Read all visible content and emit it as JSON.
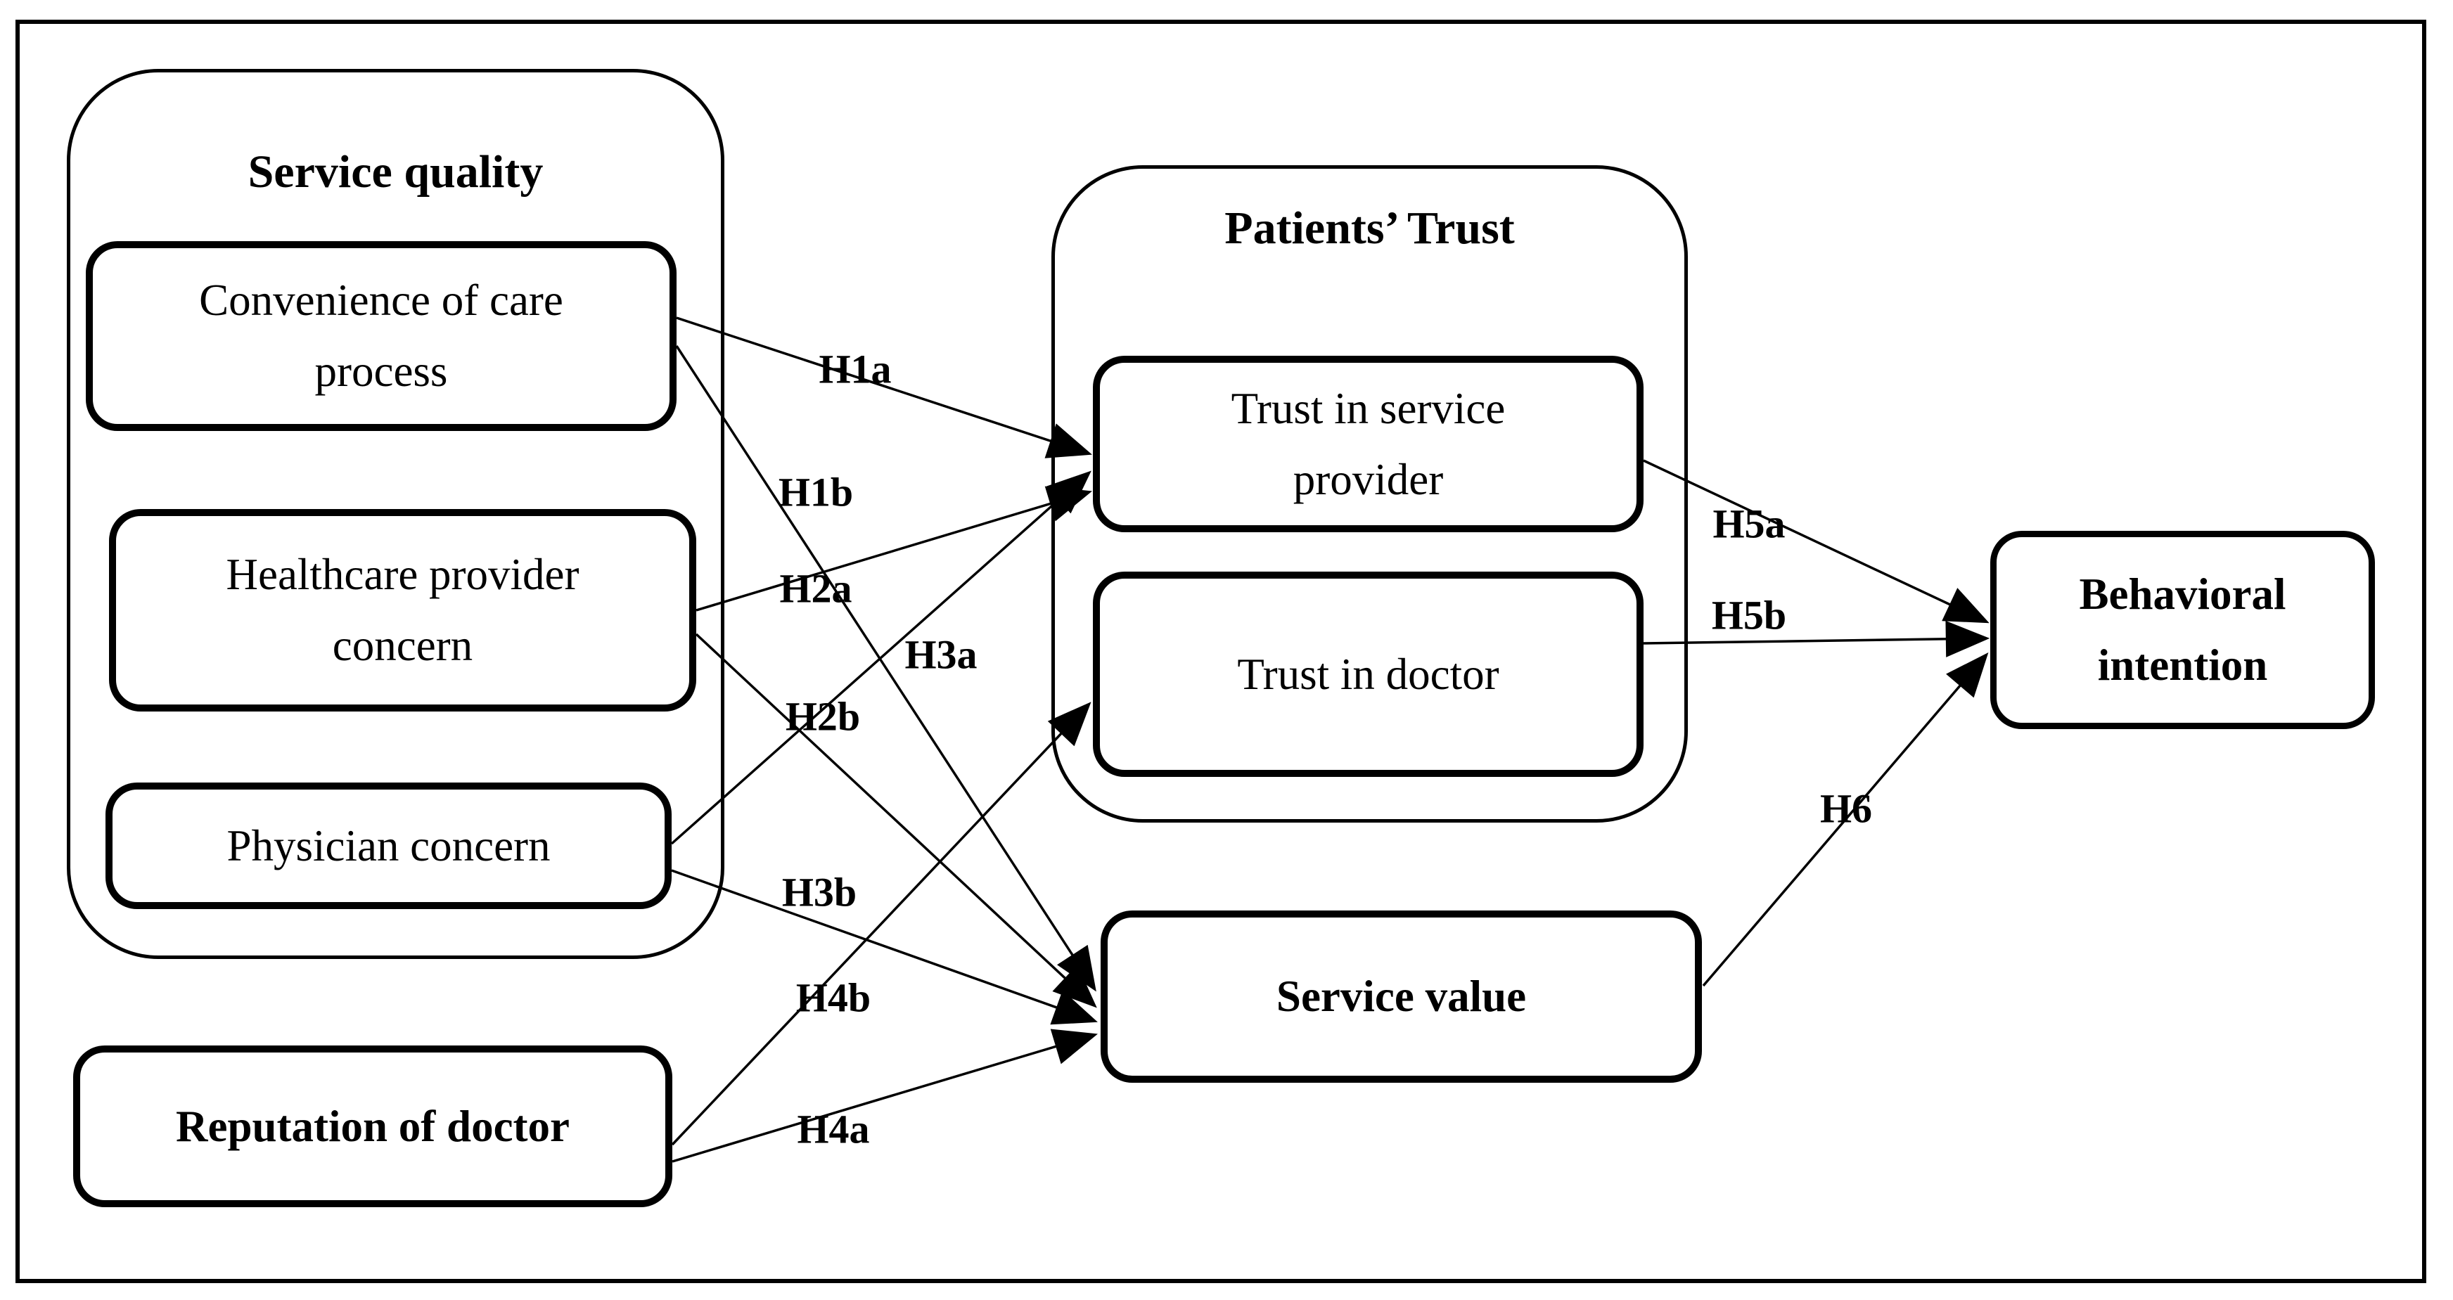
{
  "figure": {
    "background": "#ffffff",
    "stroke_color": "#000000",
    "groups": {
      "service_quality": {
        "title": "Service quality"
      },
      "patients_trust": {
        "title": "Patients’ Trust"
      }
    },
    "nodes": {
      "convenience": {
        "label": "Convenience of care\nprocess"
      },
      "healthcare_provider_concern": {
        "label": "Healthcare provider\nconcern"
      },
      "physician_concern": {
        "label": "Physician concern"
      },
      "reputation_of_doctor": {
        "label": "Reputation of doctor"
      },
      "trust_in_service_provider": {
        "label": "Trust in service\nprovider"
      },
      "trust_in_doctor": {
        "label": "Trust in doctor"
      },
      "service_value": {
        "label": "Service value"
      },
      "behavioral_intention": {
        "label": "Behavioral\nintention"
      }
    },
    "hypotheses": {
      "h1a": "H1a",
      "h1b": "H1b",
      "h2a": "H2a",
      "h2b": "H2b",
      "h3a": "H3a",
      "h3b": "H3b",
      "h4a": "H4a",
      "h4b": "H4b",
      "h5a": "H5a",
      "h5b": "H5b",
      "h6": "H6"
    },
    "edges": [
      {
        "label": "H1a",
        "from": "Convenience of care process",
        "to": "Trust in service provider"
      },
      {
        "label": "H1b",
        "from": "Convenience of care process",
        "to": "Service value"
      },
      {
        "label": "H2a",
        "from": "Healthcare provider concern",
        "to": "Trust in service provider"
      },
      {
        "label": "H2b",
        "from": "Healthcare provider concern",
        "to": "Service value"
      },
      {
        "label": "H3a",
        "from": "Physician concern",
        "to": "Trust in service provider"
      },
      {
        "label": "H3b",
        "from": "Physician concern",
        "to": "Service value"
      },
      {
        "label": "H4a",
        "from": "Reputation of doctor",
        "to": "Service value"
      },
      {
        "label": "H4b",
        "from": "Reputation of doctor",
        "to": "Trust in doctor"
      },
      {
        "label": "H5a",
        "from": "Trust in service provider",
        "to": "Behavioral intention"
      },
      {
        "label": "H5b",
        "from": "Trust in doctor",
        "to": "Behavioral intention"
      },
      {
        "label": "H6",
        "from": "Service value",
        "to": "Behavioral intention"
      }
    ]
  }
}
